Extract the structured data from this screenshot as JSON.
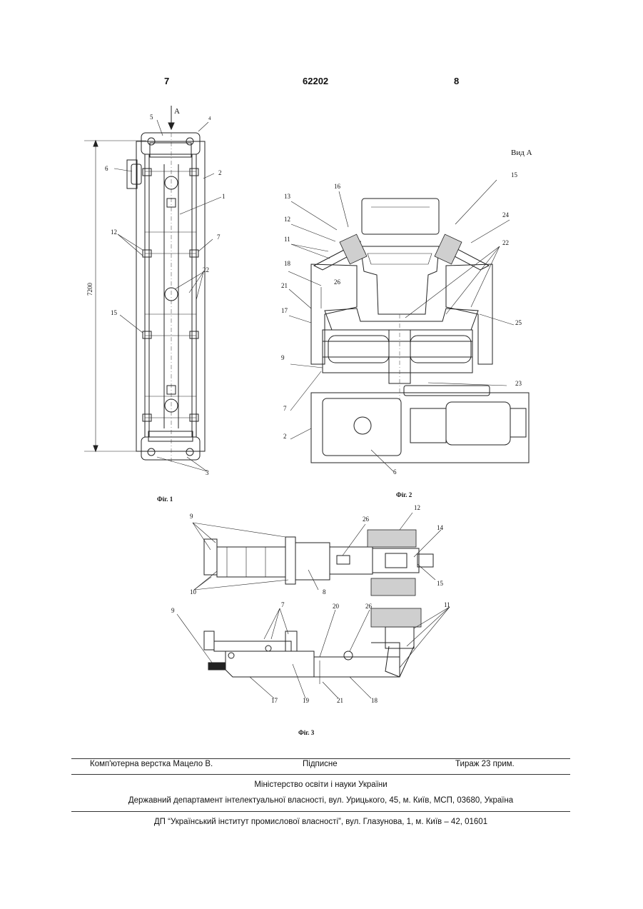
{
  "header": {
    "page_left": "7",
    "patent_number": "62202",
    "page_right": "8"
  },
  "fig1": {
    "caption": "Фіг. 1",
    "view_arrow": "A",
    "dimension": "7200",
    "labels": [
      "5",
      "4",
      "6",
      "2",
      "1",
      "12",
      "7",
      "22",
      "15",
      "3"
    ]
  },
  "fig2": {
    "caption": "Фіг. 2",
    "view_title": "Вид А",
    "labels": [
      "16",
      "15",
      "13",
      "12",
      "24",
      "11",
      "22",
      "18",
      "26",
      "21",
      "17",
      "25",
      "9",
      "23",
      "7",
      "2",
      "6"
    ]
  },
  "fig3": {
    "caption": "Фіг. 3",
    "labels": [
      "9",
      "26",
      "12",
      "14",
      "15",
      "10",
      "8",
      "7",
      "20",
      "26",
      "11",
      "9",
      "17",
      "19",
      "21",
      "18"
    ]
  },
  "footer": {
    "layout": "Комп'ютерна верстка Мацело В.",
    "signed": "Підписне",
    "circulation": "Тираж 23 прим.",
    "ministry": "Міністерство освіти і науки України",
    "department": "Державний департамент інтелектуальної власності, вул. Урицького, 45, м. Київ, МСП, 03680, Україна",
    "institute": "ДП “Український інститут промислової власності”, вул. Глазунова, 1, м. Київ – 42, 01601"
  }
}
